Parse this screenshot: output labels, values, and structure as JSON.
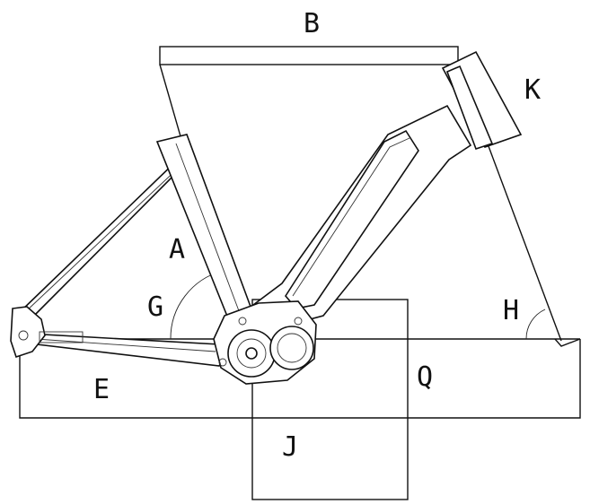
{
  "diagram": {
    "type": "bicycle-frame-geometry",
    "labels": {
      "A": "A",
      "B": "B",
      "E": "E",
      "G": "G",
      "H": "H",
      "J": "J",
      "K": "K",
      "Q": "Q"
    }
  }
}
